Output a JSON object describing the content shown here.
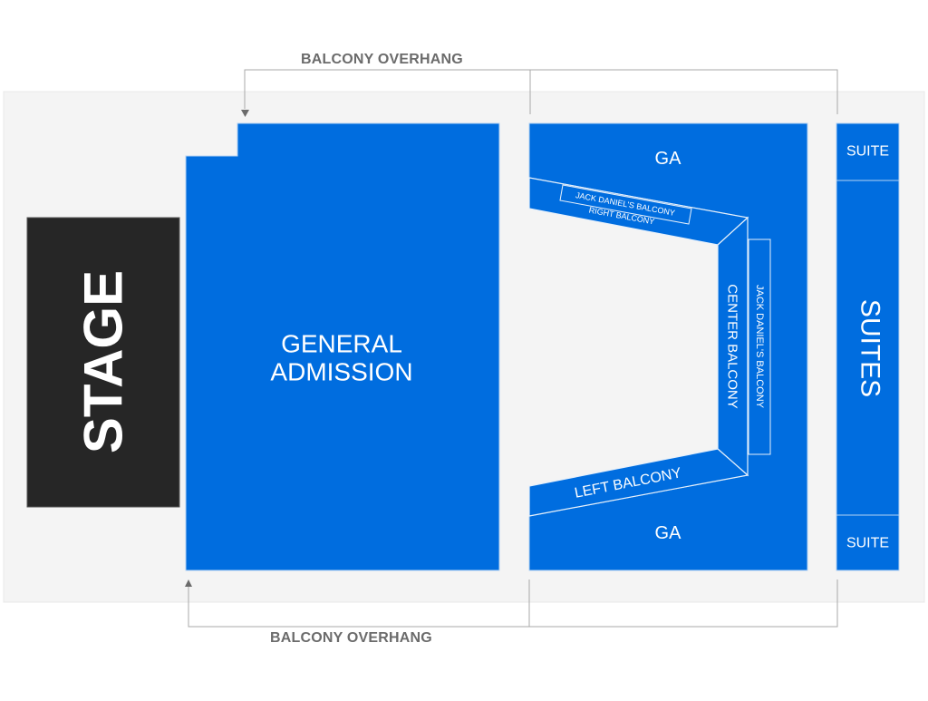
{
  "colors": {
    "section_fill": "#006ddf",
    "stage_fill": "#262626",
    "background_panel": "#f4f4f4",
    "outline": "#b3d2f3",
    "label_gray": "#6b6b6b",
    "line_gray": "#a9a9a9"
  },
  "overhang": {
    "top_label": "BALCONY OVERHANG",
    "bottom_label": "BALCONY OVERHANG"
  },
  "stage": {
    "label": "STAGE"
  },
  "sections": {
    "general_admission": {
      "line1": "GENERAL",
      "line2": "ADMISSION"
    },
    "ga_top": {
      "label": "GA"
    },
    "ga_bottom": {
      "label": "GA"
    },
    "right_balcony": {
      "label": "RIGHT BALCONY"
    },
    "jack_daniels_right": {
      "label": "JACK DANIEL'S BALCONY"
    },
    "center_balcony": {
      "label": "CENTER BALCONY"
    },
    "jack_daniels_center": {
      "label": "JACK DANIEL'S BALCONY"
    },
    "left_balcony": {
      "label": "LEFT BALCONY"
    },
    "suite_top": {
      "label": "SUITE"
    },
    "suites": {
      "label": "SUITES"
    },
    "suite_bottom": {
      "label": "SUITE"
    }
  }
}
